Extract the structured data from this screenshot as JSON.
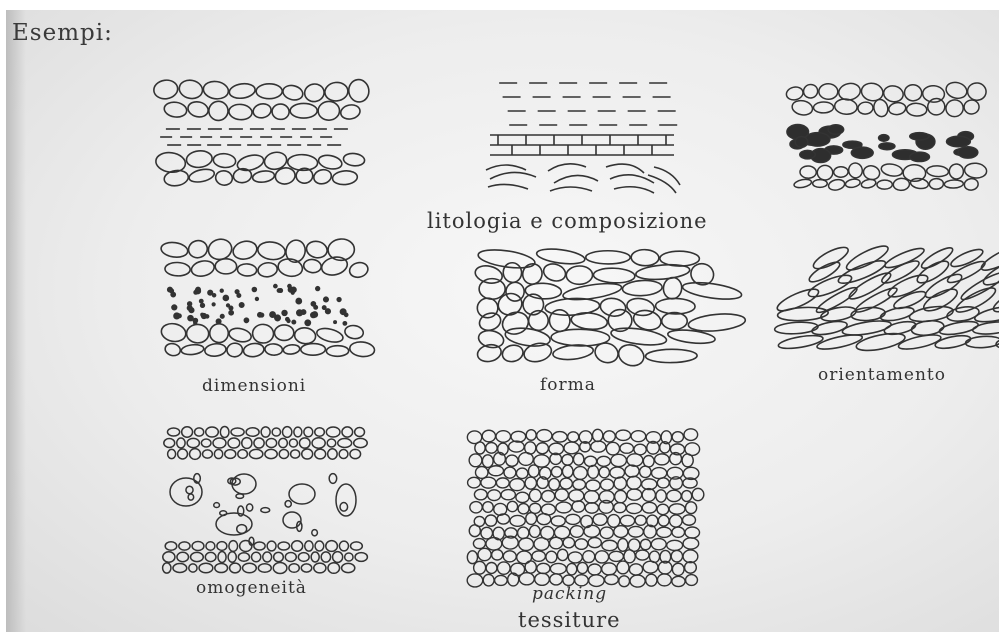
{
  "slide": {
    "heading": "Esempi:",
    "section_litology": "litologia e composizione",
    "caption_dimensioni": "dimensioni",
    "caption_forma": "forma",
    "caption_orientamento": "orientamento",
    "caption_omogeneita": "omogeneità",
    "caption_packing": "packing",
    "section_tessiture": "tessiture"
  },
  "colors": {
    "background": "#ececec",
    "ink": "#333333"
  }
}
